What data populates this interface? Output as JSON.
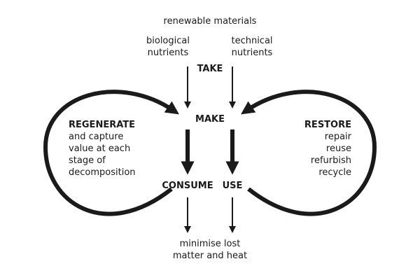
{
  "top": {
    "header": "renewable materials",
    "biological": [
      "biological",
      "nutrients"
    ],
    "technical": [
      "technical",
      "nutrients"
    ]
  },
  "stages": {
    "take": "TAKE",
    "make": "MAKE",
    "consume": "CONSUME",
    "use": "USE"
  },
  "regenerate": {
    "title": "REGENERATE",
    "lines": [
      "and capture",
      "value at each",
      "stage of",
      "decomposition"
    ]
  },
  "restore": {
    "title": "RESTORE",
    "lines": [
      "repair",
      "reuse",
      "refurbish",
      "recycle"
    ]
  },
  "bottom": {
    "lines": [
      "minimise lost",
      "matter and heat"
    ]
  },
  "colors": {
    "ink": "#1a1a1a"
  }
}
